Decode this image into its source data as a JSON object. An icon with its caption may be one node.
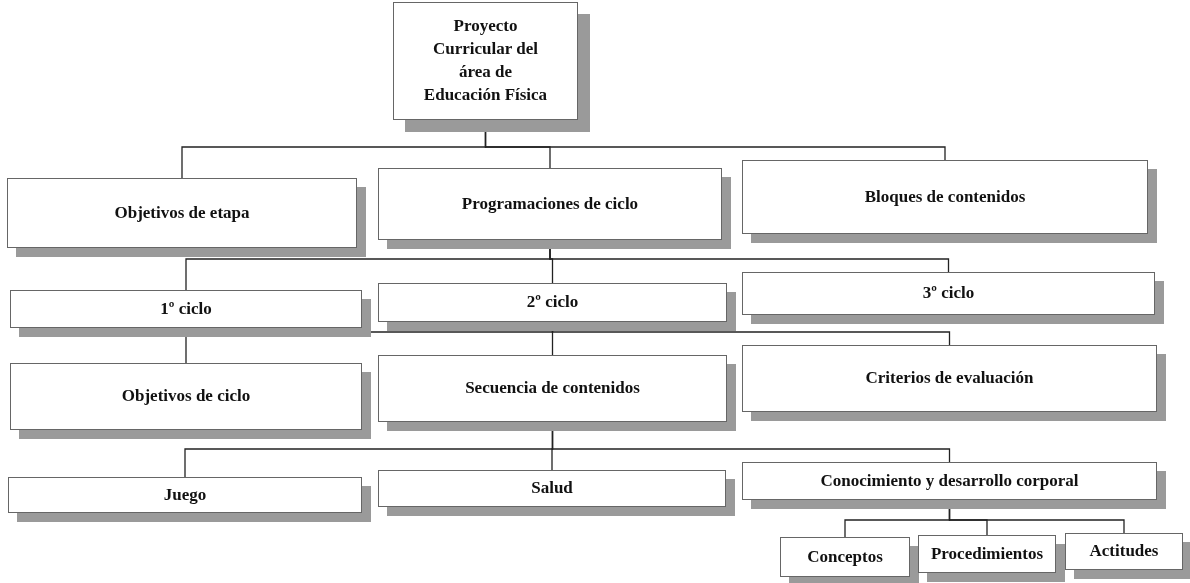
{
  "diagram": {
    "nodes": [
      {
        "text": [
          "Proyecto Curricular del área de Educación Física"
        ]
      },
      {
        "text": [
          "Objetivos de etapa"
        ]
      },
      {
        "text": [
          "Programaciones de ciclo"
        ]
      },
      {
        "text": [
          "Bloques de contenidos"
        ]
      },
      {
        "text": [
          "1º ciclo"
        ]
      },
      {
        "text": [
          "2º ciclo"
        ]
      },
      {
        "text": [
          "3º ciclo"
        ]
      },
      {
        "text": [
          "Objetivos de ciclo"
        ]
      },
      {
        "text": [
          "Secuencia de contenidos"
        ]
      },
      {
        "text": [
          "Criterios de evaluación"
        ]
      },
      {
        "text": [
          "Juego"
        ]
      },
      {
        "text": [
          "Salud"
        ]
      },
      {
        "text": [
          "Conocimiento y desarrollo corporal"
        ]
      },
      {
        "text": [
          "Conceptos"
        ]
      },
      {
        "text": [
          "Procedimientos"
        ]
      },
      {
        "text": [
          "Actitudes"
        ]
      }
    ],
    "edges": [
      {
        "from": 0,
        "to": 1,
        "arrow": "none"
      },
      {
        "from": 0,
        "to": 2,
        "arrow": "none"
      },
      {
        "from": 0,
        "to": 3,
        "arrow": "none"
      },
      {
        "from": 2,
        "to": 4,
        "arrow": "none"
      },
      {
        "from": 2,
        "to": 5,
        "arrow": "none"
      },
      {
        "from": 2,
        "to": 6,
        "arrow": "none"
      },
      {
        "from": 5,
        "to": 7,
        "arrow": "none"
      },
      {
        "from": 5,
        "to": 8,
        "arrow": "none"
      },
      {
        "from": 5,
        "to": 9,
        "arrow": "none"
      },
      {
        "from": 8,
        "to": 10,
        "arrow": "none"
      },
      {
        "from": 8,
        "to": 11,
        "arrow": "none"
      },
      {
        "from": 8,
        "to": 12,
        "arrow": "none"
      },
      {
        "from": 12,
        "to": 13,
        "arrow": "none"
      },
      {
        "from": 12,
        "to": 14,
        "arrow": "none"
      },
      {
        "from": 12,
        "to": 15,
        "arrow": "none"
      }
    ]
  }
}
